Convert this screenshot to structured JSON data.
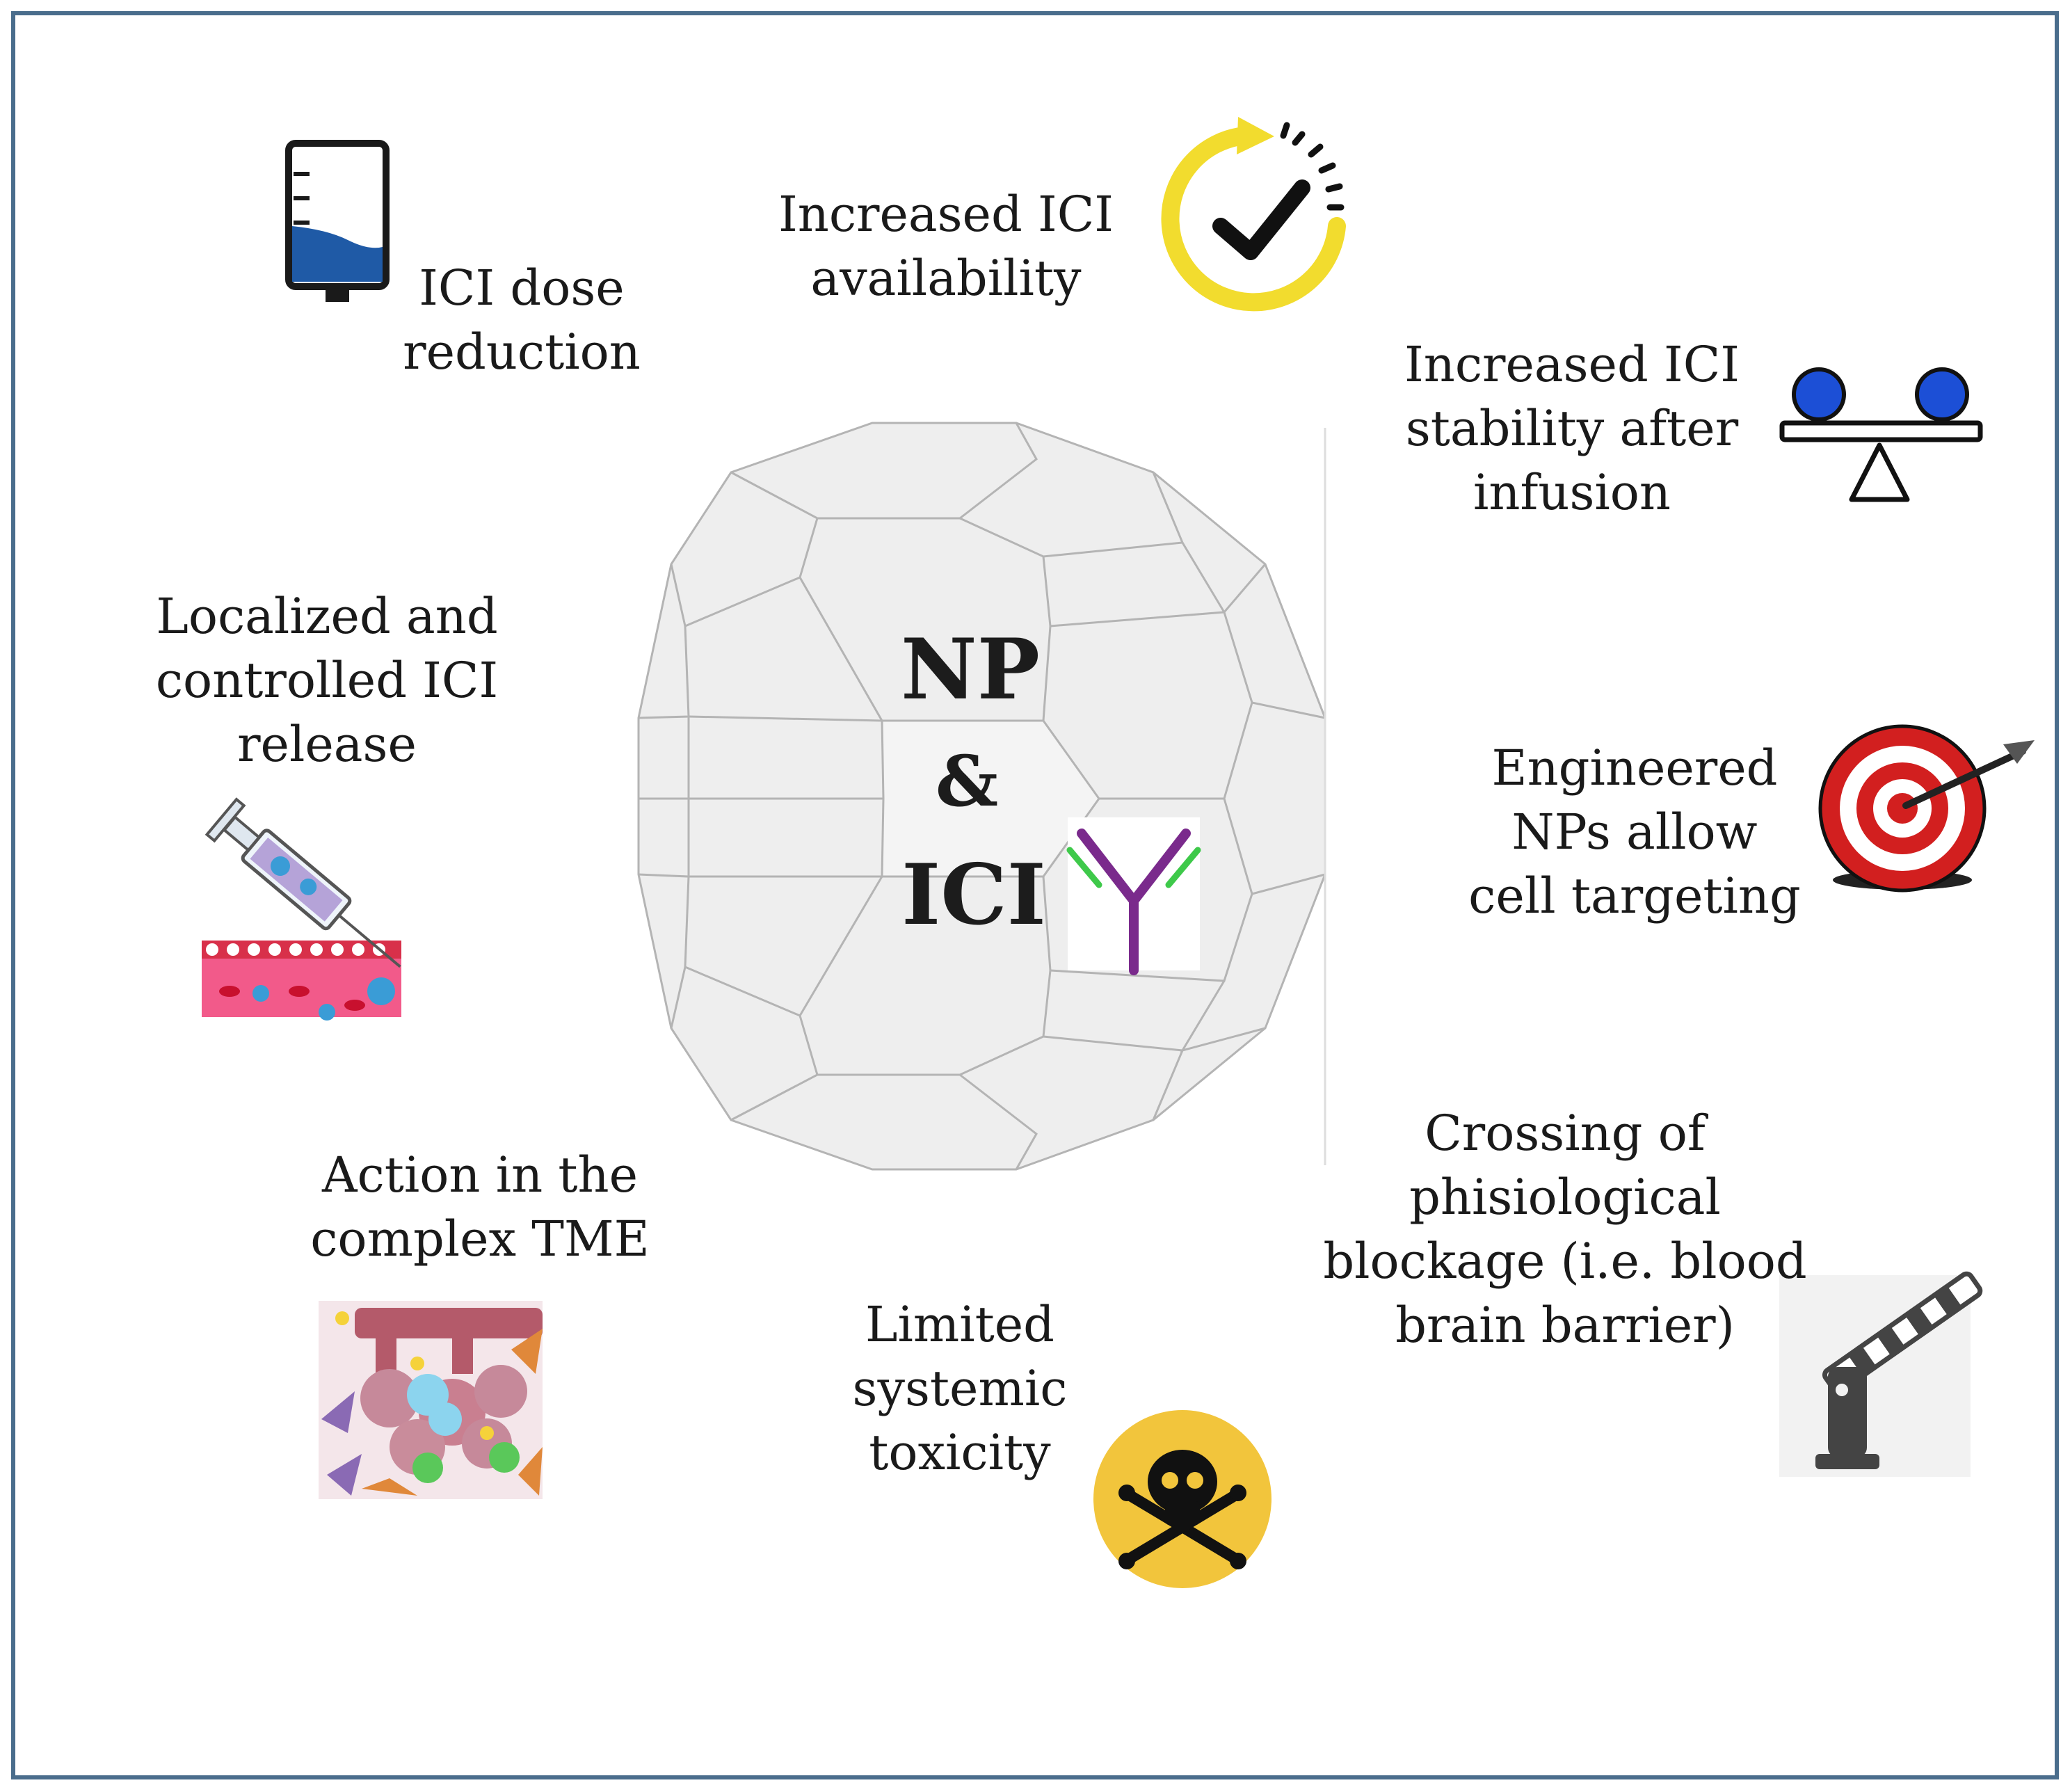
{
  "center": {
    "line1": "NP",
    "line2": "&",
    "line3": "ICI"
  },
  "benefits": [
    {
      "id": "dose",
      "text": "ICI dose\nreduction",
      "icon": "iv-bag-icon"
    },
    {
      "id": "availability",
      "text": "Increased ICI\navailability",
      "icon": "clock-check-icon"
    },
    {
      "id": "stability",
      "text": "Increased ICI\nstability after\ninfusion",
      "icon": "balance-scale-icon"
    },
    {
      "id": "targeting",
      "text": "Engineered\nNPs allow\ncell  targeting",
      "icon": "target-arrow-icon"
    },
    {
      "id": "crossing",
      "text": "Crossing  of\nphisiological\nblockage (i.e. blood\nbrain barrier)",
      "icon": "barrier-gate-icon"
    },
    {
      "id": "toxicity",
      "text": "Limited\nsystemic\ntoxicity",
      "icon": "skull-crossbones-icon"
    },
    {
      "id": "tme",
      "text": "Action in the\ncomplex TME",
      "icon": "tumor-microenvironment-icon"
    },
    {
      "id": "release",
      "text": "Localized and\ncontrolled ICI\nrelease",
      "icon": "syringe-injection-icon"
    }
  ],
  "colors": {
    "frame": "#4a6d8c",
    "sphere_fill": "#eeeeee",
    "sphere_line": "#b4b4b4",
    "antibody_stem": "#7a2a8c",
    "antibody_tip": "#3ec94a",
    "iv_fluid": "#1f5aa6",
    "clock_ring": "#f2dc2e",
    "scale_ball": "#1c4fd6",
    "target_red": "#d21f1f",
    "skull_bg": "#f2c53c",
    "barrier_dark": "#444444",
    "tissue_pink": "#f25a8a"
  }
}
